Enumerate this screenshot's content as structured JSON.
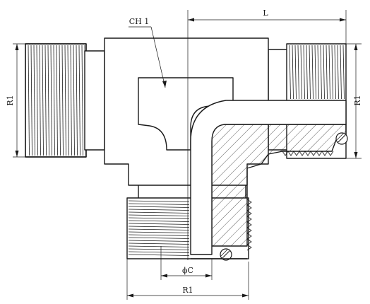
{
  "labels": {
    "hex": "CH 1",
    "length": "L",
    "thread_left": "R1",
    "thread_right": "R1",
    "thread_bottom": "R1",
    "bore": "ϕC"
  },
  "colors": {
    "line": "#1a1a1a",
    "background": "#ffffff"
  }
}
